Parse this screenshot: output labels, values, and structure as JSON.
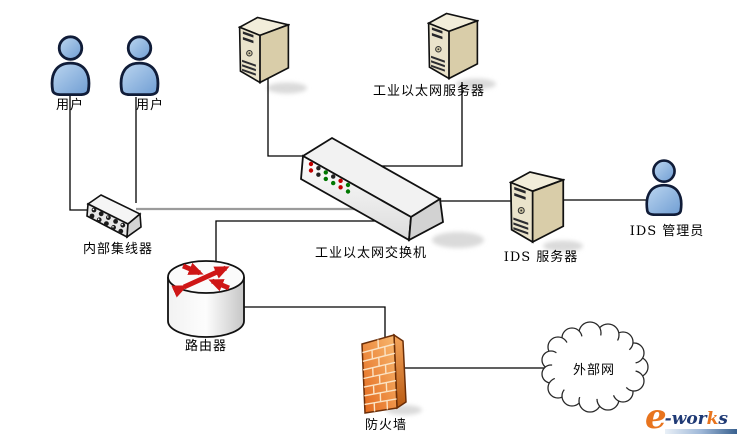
{
  "labels": {
    "user1": "用户",
    "user2": "用户",
    "industrial_server": "工业以太网服务器",
    "hub": "内部集线器",
    "switch": "工业以太网交换机",
    "ids_server": "IDS 服务器",
    "ids_admin": "IDS 管理员",
    "router": "路由器",
    "firewall": "防火墙",
    "external_net": "外部网"
  },
  "edges": [
    {
      "from": "user1",
      "to": "hub"
    },
    {
      "from": "user2",
      "to": "hub"
    },
    {
      "from": "server1",
      "to": "switch"
    },
    {
      "from": "industrial_server",
      "to": "switch"
    },
    {
      "from": "hub",
      "to": "switch"
    },
    {
      "from": "switch",
      "to": "router"
    },
    {
      "from": "switch",
      "to": "ids_server"
    },
    {
      "from": "ids_server",
      "to": "ids_admin"
    },
    {
      "from": "router",
      "to": "firewall"
    },
    {
      "from": "firewall",
      "to": "external_net"
    }
  ],
  "logo": {
    "e": "e",
    "rest": "-wor",
    "k": "k",
    "s": "s"
  },
  "colors": {
    "person_blue": "#6f9dd3",
    "server_tan": "#d6c9a3",
    "switch_gray": "#ececec",
    "firewall_orange": "#e8711f",
    "led_red": "#c00000",
    "led_green": "#007700",
    "hub_line_gray": "#9b9b9b",
    "logo_orange": "#e8741e",
    "logo_blue": "#1f3a75"
  }
}
